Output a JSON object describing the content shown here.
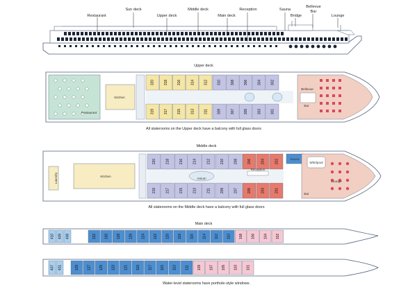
{
  "profile": {
    "labels": {
      "restaurant": "Restaurant",
      "sun_deck": "Sun deck",
      "upper_deck": "Upper deck",
      "middle_deck": "Middle deck",
      "main_deck": "Main deck",
      "reception": "Reception",
      "sauna": "Sauna",
      "bridge": "Bridge",
      "bellevue_bar": "Bellevue Bar",
      "lounge": "Lounge"
    }
  },
  "upper_deck": {
    "title": "Upper deck",
    "caption": "All staterooms on the Upper deck have a balcony with full glass doors",
    "labels": {
      "kitchen": "Kitchen",
      "restaurant": "Restaurant",
      "bellevue": "Bellevue",
      "bar": "Bar"
    },
    "top_rooms": [
      "320",
      "318",
      "316",
      "314",
      "312",
      "310",
      "308",
      "306",
      "304",
      "302"
    ],
    "bottom_rooms": [
      "319",
      "317",
      "315",
      "313",
      "311",
      "309",
      "307",
      "305",
      "303",
      "301"
    ]
  },
  "middle_deck": {
    "title": "Middle deck",
    "caption": "All staterooms on the Middle deck have a balcony with full glass doors",
    "labels": {
      "laundry": "Laundry",
      "kitchen": "Kitchen",
      "atrium": "Atrium",
      "reception": "Reception",
      "sauna": "Sauna",
      "whirlpool": "Whirlpool",
      "lounge": "Lounge",
      "bar": "Bar"
    },
    "top_rooms": [
      "220",
      "218",
      "216",
      "214",
      "212",
      "210",
      "208",
      "206",
      "204",
      "202"
    ],
    "bottom_rooms": [
      "219",
      "217",
      "215",
      "213",
      "211",
      "209",
      "207",
      "205",
      "203",
      "201"
    ]
  },
  "main_deck": {
    "title": "Main deck",
    "top_rooms": [
      "410",
      "409",
      "408",
      "132",
      "130",
      "128",
      "126",
      "124",
      "122",
      "120",
      "118",
      "116",
      "114",
      "112",
      "110",
      "108",
      "106",
      "104",
      "102"
    ],
    "bottom_rooms": [
      "407",
      "401",
      "129",
      "127",
      "125",
      "123",
      "121",
      "119",
      "117",
      "115",
      "113",
      "111",
      "109",
      "107",
      "105",
      "103",
      "101"
    ]
  },
  "lower_caption": "Water-level staterooms have porthole-style windows.",
  "colors": {
    "hull": "#ffffff",
    "outline": "#4d5f77",
    "restaurant": "#c5e4d6",
    "kitchen": "#f7ecc2",
    "yellow_room": "#f5e6a6",
    "purple_room": "#c3c4e4",
    "red_room": "#e57a6d",
    "pink": "#f6c8d4",
    "blue_room": "#4d8ed0",
    "lightblue_room": "#a8cff0",
    "lounge": "#f2cfc3",
    "orange_room": "#f39a72"
  }
}
